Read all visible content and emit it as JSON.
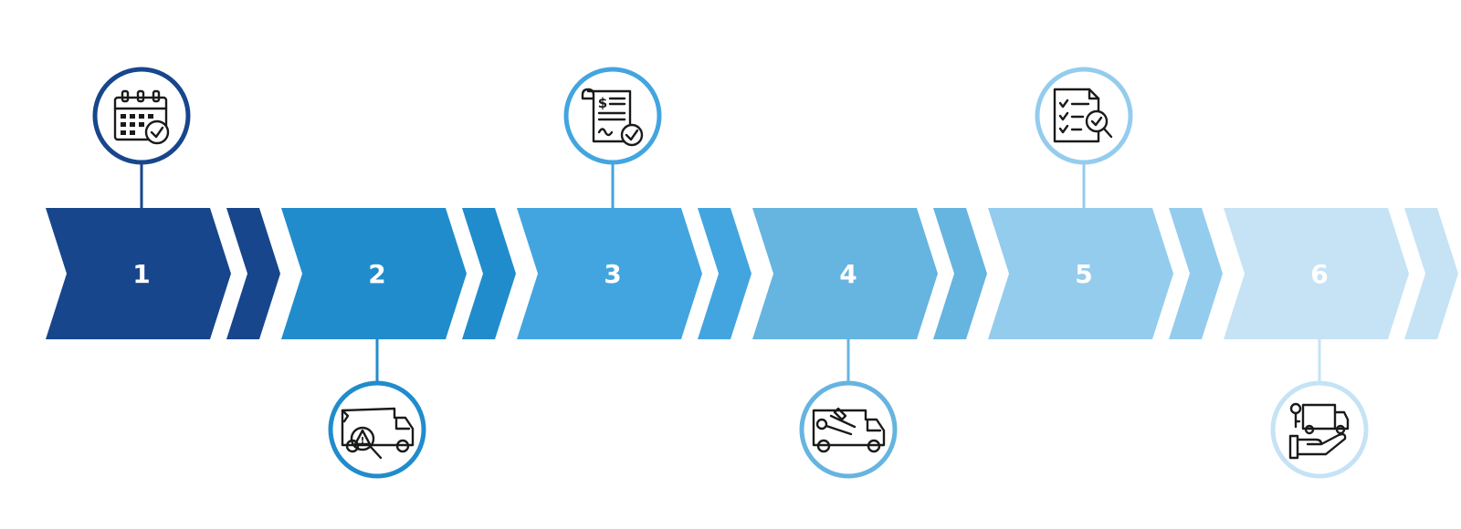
{
  "steps": [
    {
      "number": "1",
      "color": "#17468c",
      "icon": "calendar-check-icon",
      "icon_position": "top"
    },
    {
      "number": "2",
      "color": "#218ccc",
      "icon": "van-damage-inspection-icon",
      "icon_position": "bottom"
    },
    {
      "number": "3",
      "color": "#42a5e0",
      "icon": "signed-invoice-icon",
      "icon_position": "top"
    },
    {
      "number": "4",
      "color": "#66b4e0",
      "icon": "van-repair-tools-icon",
      "icon_position": "bottom"
    },
    {
      "number": "5",
      "color": "#94ccee",
      "icon": "checklist-inspection-icon",
      "icon_position": "top"
    },
    {
      "number": "6",
      "color": "#c5e3f5",
      "icon": "van-key-handover-icon",
      "icon_position": "bottom"
    }
  ],
  "icon_text": {
    "dollar_sign": "$",
    "warning_sign": "!"
  }
}
